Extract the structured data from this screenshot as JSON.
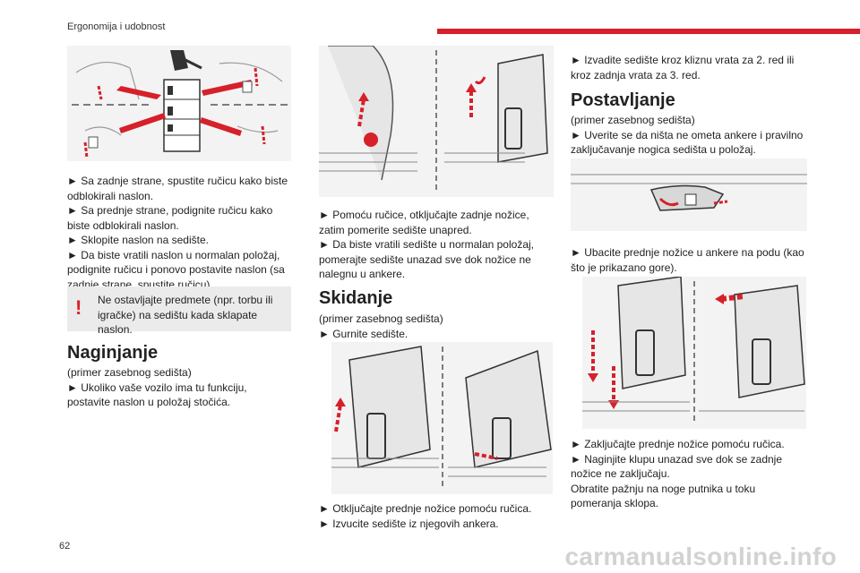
{
  "header": {
    "title": "Ergonomija i udobnost"
  },
  "page_number": "62",
  "watermark": "carmanualsonline.info",
  "col1": {
    "instructions": [
      "► Sa zadnje strane, spustite ručicu kako biste odblokirali naslon.",
      "► Sa prednje strane, podignite ručicu kako biste odblokirali naslon.",
      "► Sklopite naslon na sedište.",
      "► Da biste vratili naslon u normalan položaj, podignite ručicu i ponovo postavite naslon (sa zadnje strane, spustite ručicu)."
    ],
    "warning": {
      "mark": "!",
      "text": "Ne ostavljajte predmete (npr. torbu ili igračke) na sedištu kada sklapate naslon."
    },
    "section_title": "Naginjanje",
    "subtitle": "(primer zasebnog sedišta)",
    "instruction2": "► Ukoliko vaše vozilo ima tu funkciju, postavite naslon u položaj stočića."
  },
  "col2": {
    "instructions": [
      "► Pomoću ručice, otključajte zadnje nožice, zatim pomerite sedište unapred.",
      "► Da biste vratili sedište u normalan položaj, pomerajte sedište unazad sve dok nožice ne nalegnu u ankere."
    ],
    "section_title": "Skidanje",
    "subtitle": "(primer zasebnog sedišta)",
    "instruction_push": "► Gurnite sedište.",
    "instructions2": [
      "► Otključajte prednje nožice pomoću ručica.",
      "► Izvucite sedište iz njegovih ankera."
    ]
  },
  "col3": {
    "intro": "► Izvadite sedište kroz kliznu vrata za 2. red ili kroz zadnja vrata za 3. red.",
    "section_title": "Postavljanje",
    "subtitle": "(primer zasebnog sedišta)",
    "instruction_check": "► Uverite se da ništa ne ometa ankere i pravilno zaključavanje nogica sedišta u položaj.",
    "instruction_insert": "► Ubacite prednje nožice u ankere na podu (kao što je prikazano gore).",
    "instructions_final": [
      "► Zaključajte prednje nožice pomoću ručica.",
      "► Naginjite klupu unazad sve dok se zadnje nožice ne zaključaju.",
      "Obratite pažnju na noge putnika u toku pomeranja sklopa."
    ]
  }
}
